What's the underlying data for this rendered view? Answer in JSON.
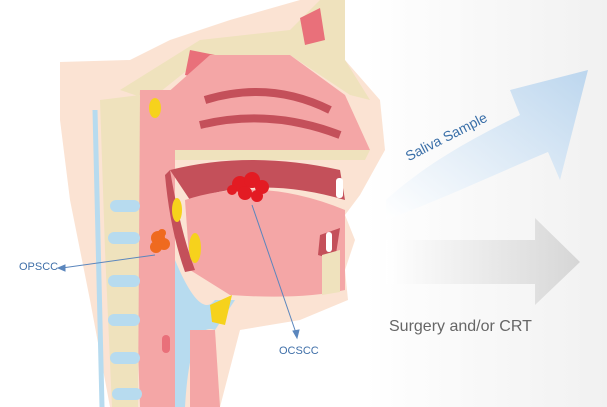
{
  "labels": {
    "opscc": "OPSCC",
    "ocscc": "OCSCC",
    "saliva_arrow": "Saliva Sample",
    "surgery_arrow": "Surgery and/or CRT"
  },
  "colors": {
    "skin": "#fbe3d3",
    "tissue": "#f4a6a6",
    "dark_tissue": "#c4505a",
    "bone": "#efe2bd",
    "cartilage": "#b7dbef",
    "tumor_oral": "#e31b23",
    "tumor_oropharynx": "#ef6a1f",
    "label": "#3f6fa8",
    "saliva_arrow": "#c6ddf0",
    "surgery_arrow": "#dcdcdc"
  }
}
